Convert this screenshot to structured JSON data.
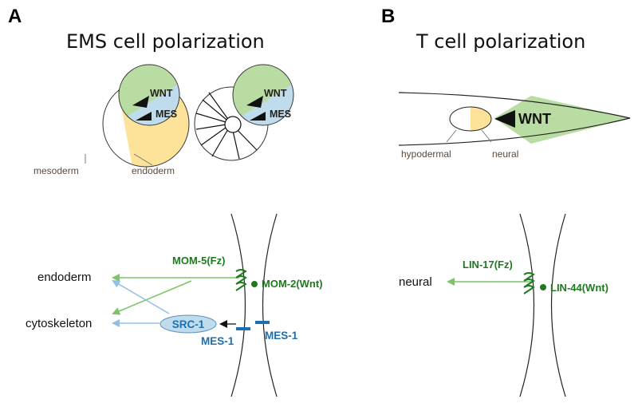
{
  "panelA": {
    "letter": "A",
    "title": "EMS cell polarization",
    "blob_wnt": "WNT",
    "blob_mes": "MES",
    "blob2_wnt": "WNT",
    "blob2_mes": "MES",
    "mesoderm": "mesoderm",
    "endoderm": "endoderm",
    "mom5": "MOM-5(Fz)",
    "mom2": "MOM-2(Wnt)",
    "endoderm_out": "endoderm",
    "cytoskeleton_out": "cytoskeleton",
    "src1": "SRC-1",
    "mes1_left": "MES-1",
    "mes1_right": "MES-1"
  },
  "panelB": {
    "letter": "B",
    "title": "T cell polarization",
    "wnt": "WNT",
    "hypodermal": "hypodermal",
    "neural": "neural",
    "lin17": "LIN-17(Fz)",
    "lin44": "LIN-44(Wnt)",
    "neural_out": "neural"
  },
  "colors": {
    "green_fill": "#b9dca2",
    "blue_fill": "#bfdcec",
    "yellow_fill": "#fde39a",
    "green_arrow": "#7cc46a",
    "blue_arrow": "#8fc0e8",
    "dark_green": "#1f7a1f",
    "blue_text": "#1e6fb0"
  }
}
